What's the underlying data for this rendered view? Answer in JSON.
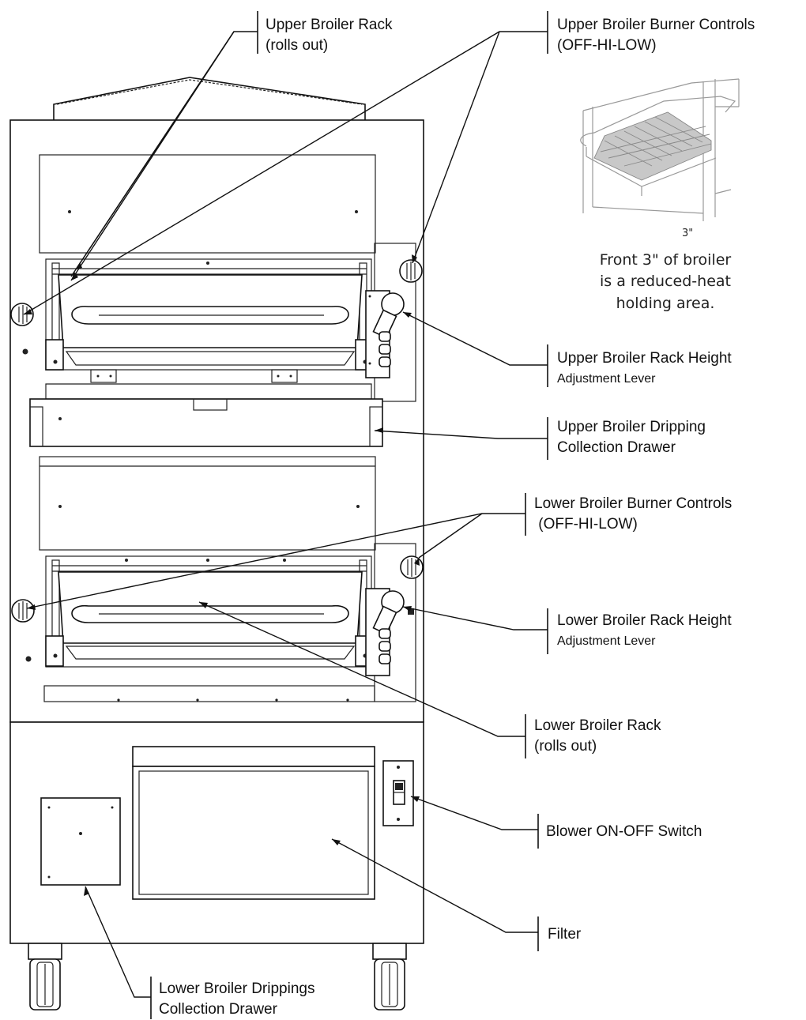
{
  "labels": {
    "upper_rack": [
      "Upper Broiler Rack",
      "(rolls out)"
    ],
    "upper_burner": [
      "Upper Broiler Burner Controls",
      "(OFF-HI-LOW)"
    ],
    "upper_height": [
      "Upper Broiler Rack Height",
      "Adjustment Lever"
    ],
    "upper_drawer": [
      "Upper Broiler Dripping",
      "Collection Drawer"
    ],
    "lower_burner": [
      "Lower Broiler Burner Controls",
      " (OFF-HI-LOW)"
    ],
    "lower_height": [
      "Lower Broiler Rack Height",
      "Adjustment Lever"
    ],
    "lower_rack": [
      "Lower Broiler Rack",
      "(rolls out)"
    ],
    "blower_switch": "Blower ON-OFF Switch",
    "filter": "Filter",
    "lower_drawer": [
      "Lower Broiler Drippings",
      "Collection Drawer"
    ]
  },
  "inset": {
    "dimension": "3\"",
    "caption": [
      "Front 3\" of broiler",
      "is a reduced-heat",
      "holding area."
    ]
  }
}
